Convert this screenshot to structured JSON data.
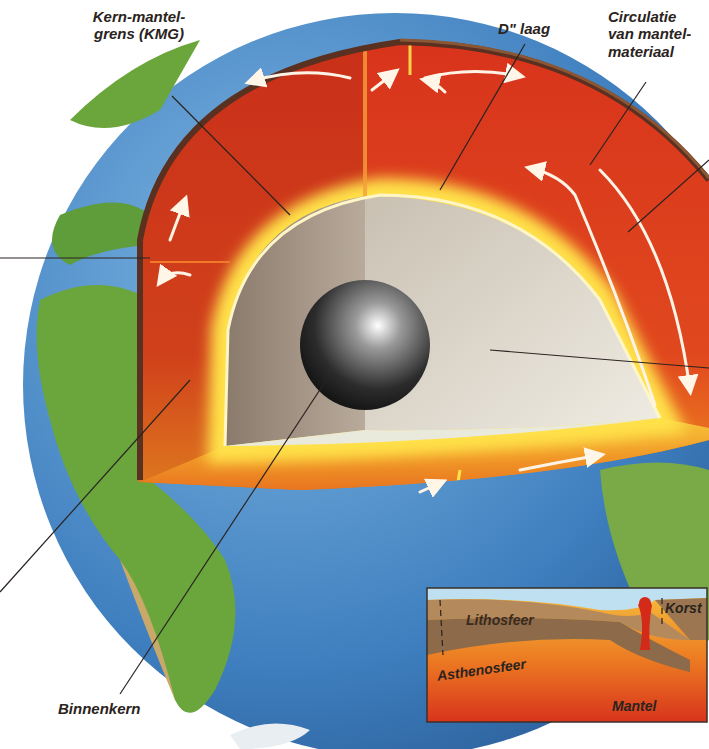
{
  "diagram": {
    "labels": [
      "Kern-mantel- grens (KMG)",
      "D\" laag",
      "Circulatie van mantel- materiaal",
      "Binnenkern",
      "Lithosfeer",
      "Korst",
      "Asthenosfeer",
      "Mantel"
    ]
  }
}
